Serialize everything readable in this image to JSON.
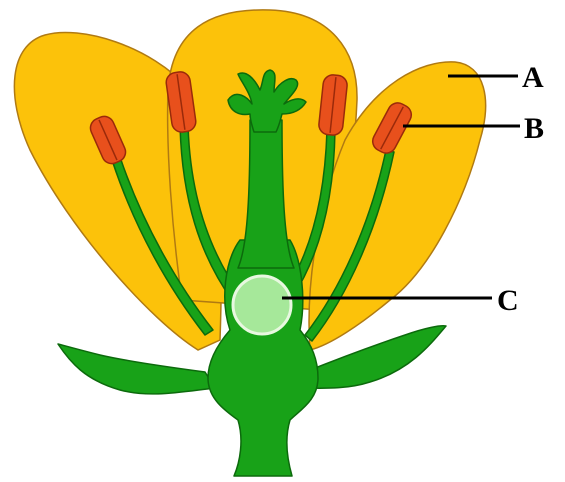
{
  "diagram": {
    "labels": [
      {
        "id": "petal",
        "text": "A"
      },
      {
        "id": "anther",
        "text": "B"
      },
      {
        "id": "ovary",
        "text": "C"
      }
    ]
  },
  "colors": {
    "petal_fill": "#FCC20A",
    "petal_edge": "#B07A12",
    "stem_green": "#18A218",
    "stem_edge": "#0C6A0C",
    "light_green": "#3CCB2E",
    "anther_fill": "#E8501C",
    "anther_edge": "#9A2A0A",
    "ovary_fill": "#A6E89A",
    "ovary_edge": "#E8F8E0",
    "leader_line": "#000000"
  }
}
